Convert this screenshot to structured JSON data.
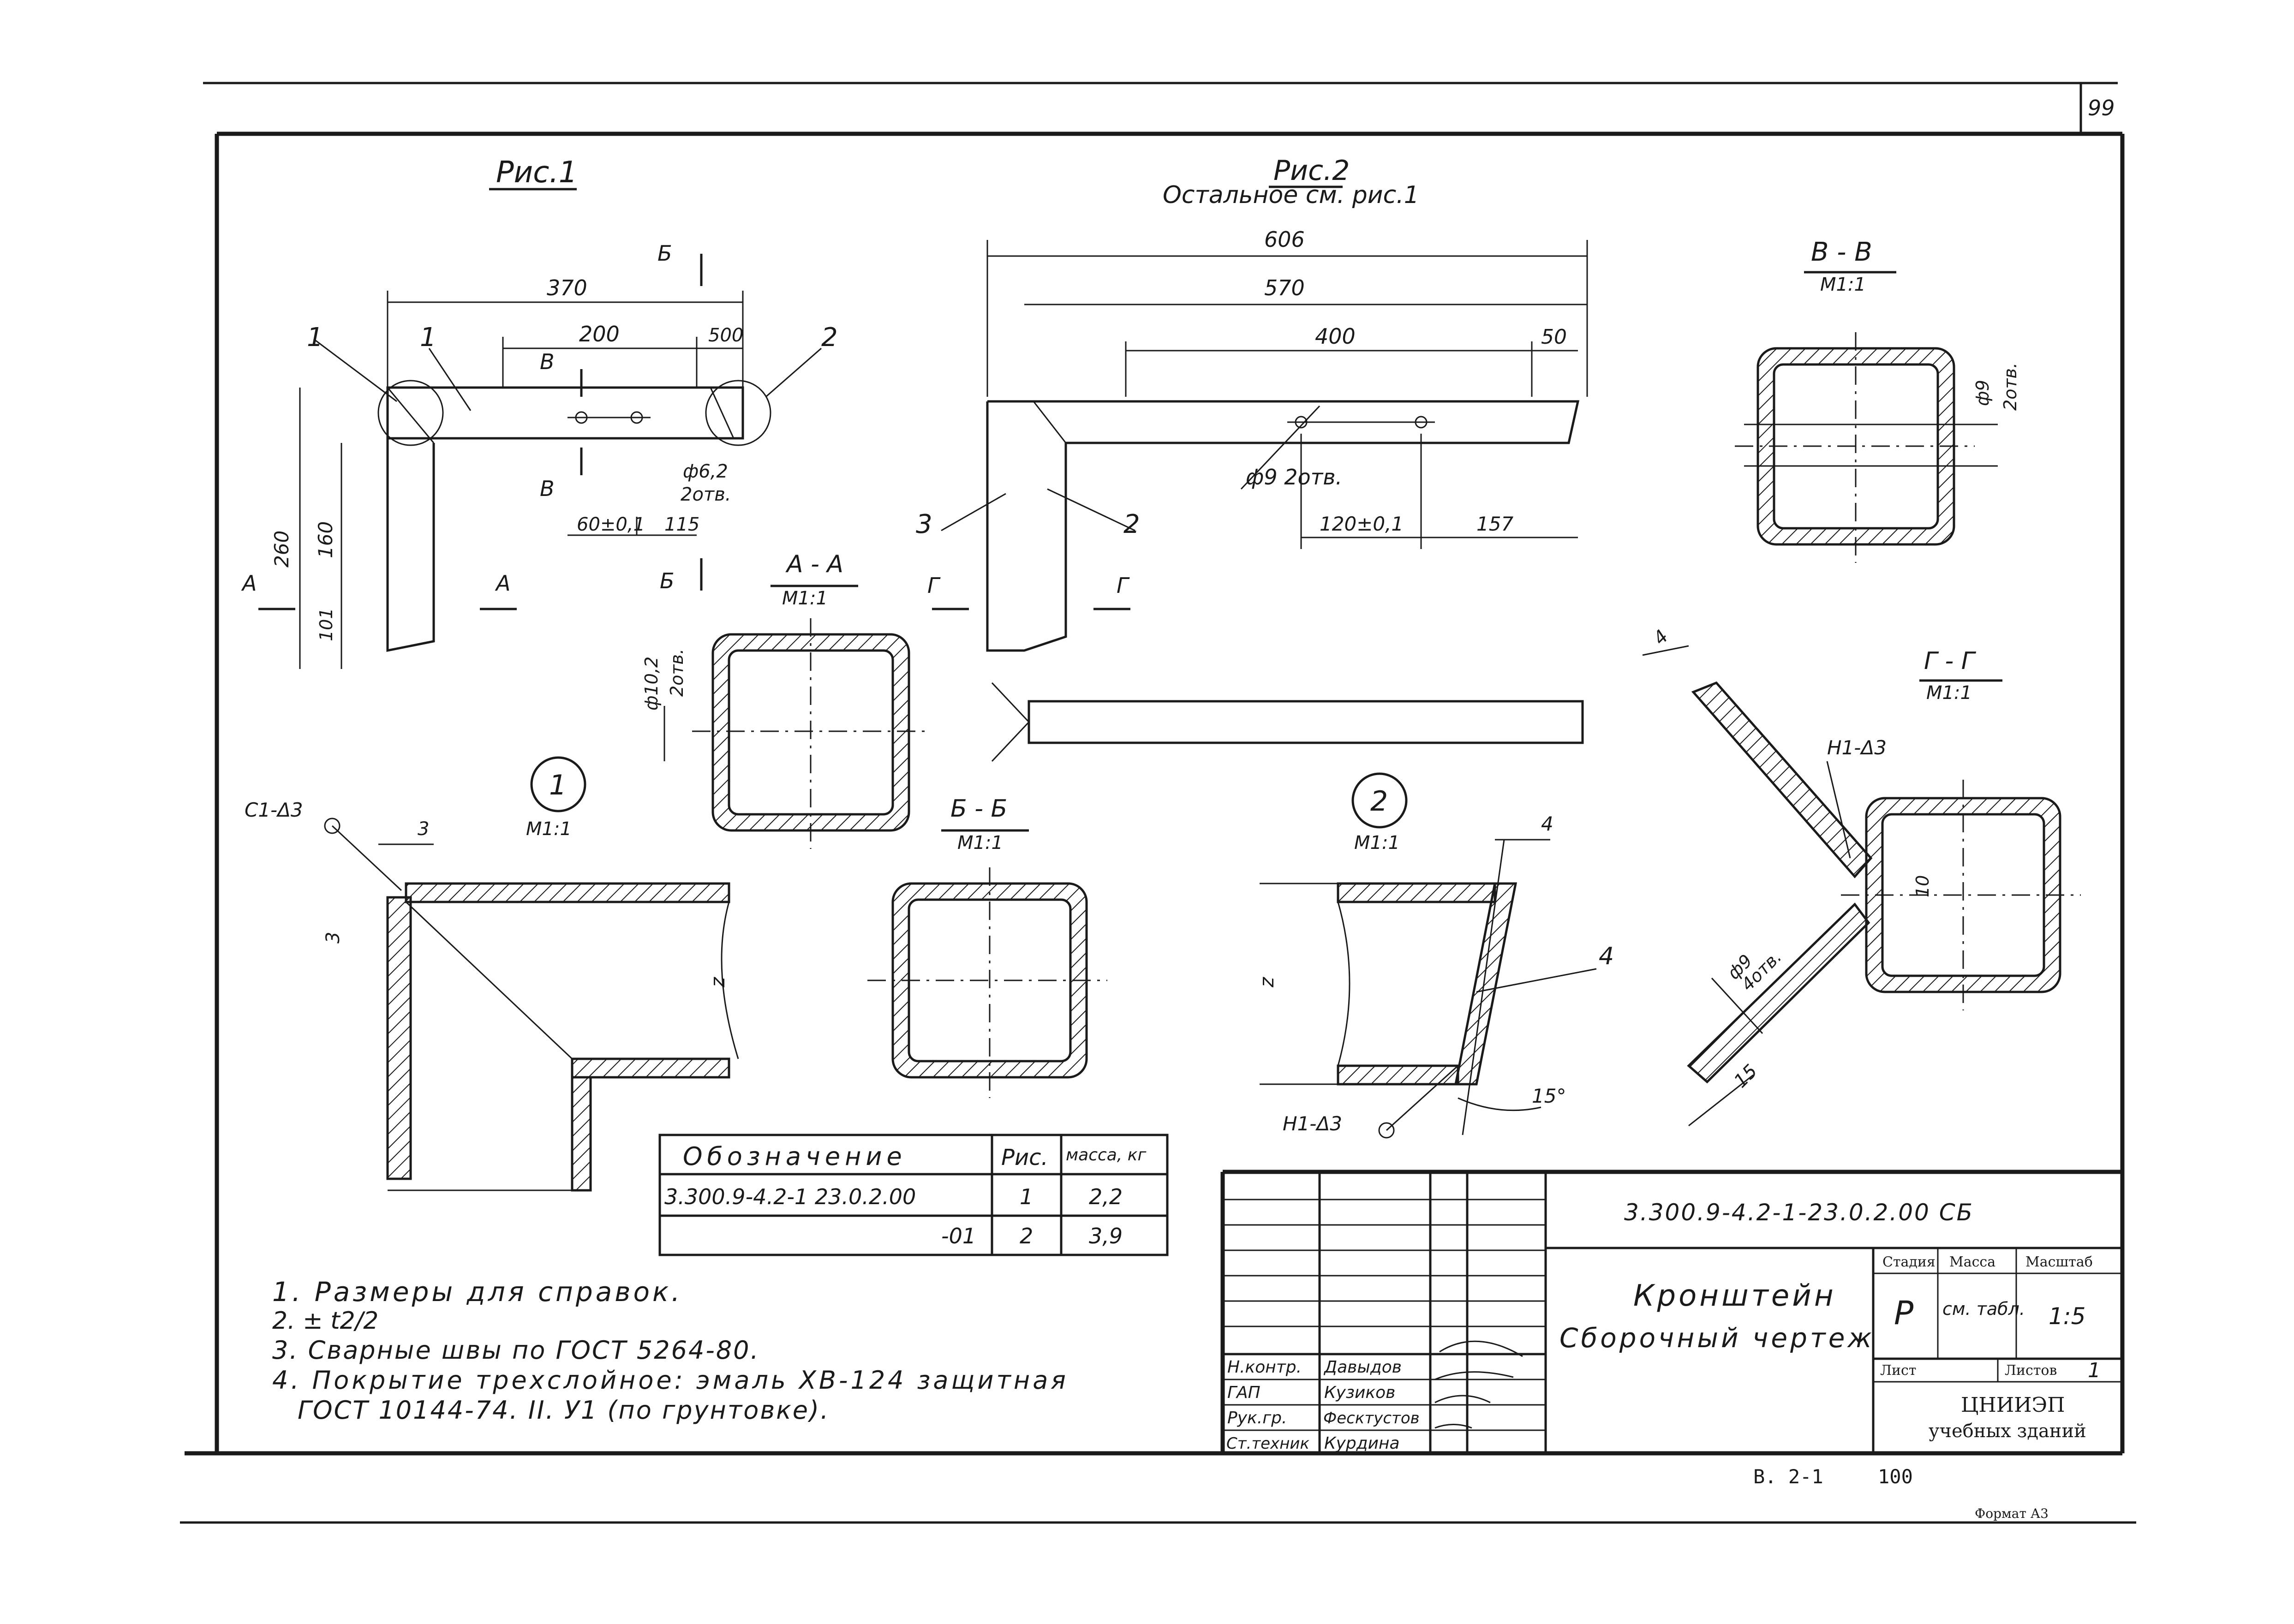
{
  "sheet": {
    "page_number": "99",
    "format_label": "Формат А3",
    "footer_left": "В. 2-1",
    "footer_right": "100"
  },
  "figures": {
    "fig1_title": "Рис.1",
    "fig2_title": "Рис.2",
    "fig2_subtitle": "Остальное см. рис.1",
    "section_aa": "А - А",
    "section_bb": "Б - Б",
    "section_vv": "В - В",
    "section_gg": "Г - Г",
    "scale_m11": "М1:1",
    "node1": "1",
    "node2": "2",
    "cut_a": "А",
    "cut_b": "Б",
    "cut_v": "В",
    "cut_g": "Г"
  },
  "dimensions": {
    "fig1": [
      "370",
      "200",
      "500",
      "260",
      "160",
      "101",
      "60±0,1",
      "115",
      "ф6,2",
      "2отв."
    ],
    "fig2": [
      "606",
      "570",
      "400",
      "50",
      "ф9 2отв.",
      "120±0,1",
      "157"
    ],
    "sections": [
      "ф10,2",
      "2отв.",
      "ф9",
      "2отв.",
      "ф9",
      "4отв.",
      "10",
      "15",
      "15°",
      "3",
      "3",
      "4",
      "4",
      "z",
      "z"
    ],
    "callouts": [
      "1",
      "1",
      "2",
      "2",
      "3",
      "4"
    ],
    "welds": [
      "С1-Δ3",
      "Н1-Δ3",
      "Н1-Δ3"
    ]
  },
  "spec_table": {
    "headers": [
      "Обозначение",
      "Рис.",
      "масса, кг"
    ],
    "rows": [
      [
        "3.300.9-4.2-1 23.0.2.00",
        "1",
        "2,2"
      ],
      [
        "-01",
        "2",
        "3,9"
      ]
    ]
  },
  "notes": [
    "1. Размеры для справок.",
    "2. ± t2/2",
    "3. Сварные швы по ГОСТ 5264-80.",
    "4. Покрытие трехслойное: эмаль ХВ-124 защитная",
    "ГОСТ 10144-74. II. У1 (по грунтовке)."
  ],
  "title_block": {
    "document_code": "3.300.9-4.2-1-23.0.2.00 СБ",
    "product_name": "Кронштейн",
    "drawing_type": "Сборочный чертеж",
    "stage_header": "Стадия",
    "mass_header": "Масса",
    "scale_header": "Масштаб",
    "stage": "Р",
    "mass": "см. табл.",
    "scale": "1:5",
    "sheet_label": "Лист",
    "sheets_label": "Листов",
    "sheets_count": "1",
    "org_line1": "ЦНИИЭП",
    "org_line2": "учебных зданий",
    "roles": [
      "Н.контр.",
      "ГАП",
      "Рук.гр.",
      "Ст.техник"
    ],
    "names": [
      "Давыдов",
      "Кузиков",
      "Фесктустов",
      "Курдина"
    ]
  }
}
